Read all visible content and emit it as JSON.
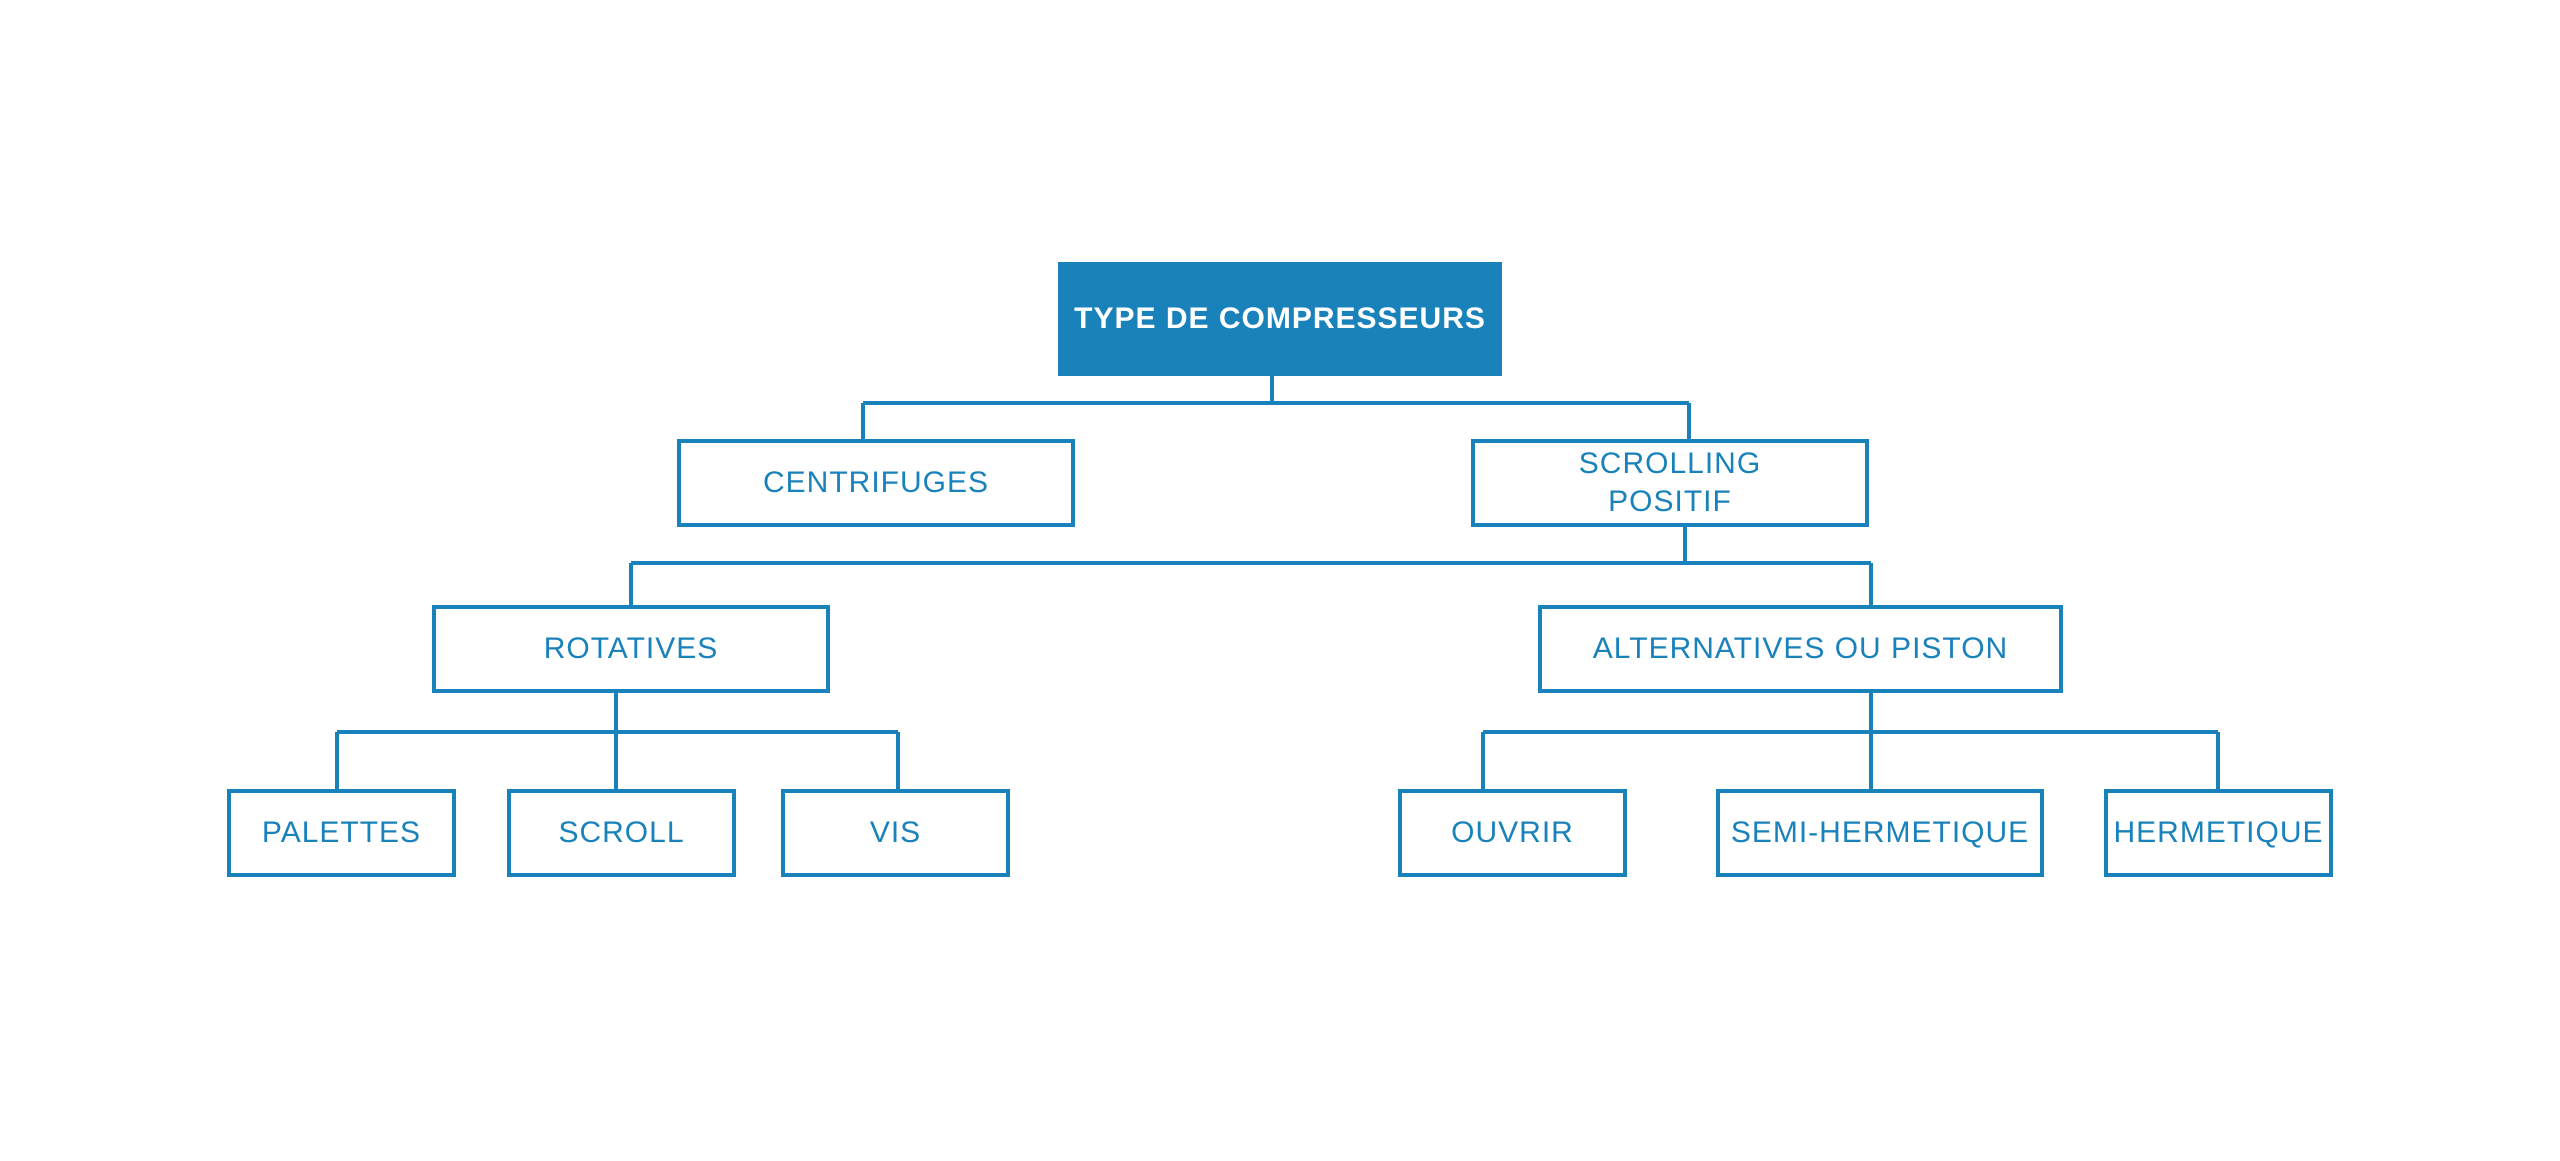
{
  "diagram": {
    "type": "tree",
    "colors": {
      "accent": "#1a82bb",
      "root_text": "#ffffff",
      "background": "#ffffff"
    },
    "nodes": {
      "root": "TYPE DE COMPRESSEURS",
      "centrifuges": "CENTRIFUGES",
      "scrolling_positif": "SCROLLING\nPOSITIF",
      "rotatives": "ROTATIVES",
      "alternatives": "ALTERNATIVES OU PISTON",
      "palettes": "PALETTES",
      "scroll": "SCROLL",
      "vis": "VIS",
      "ouvrir": "OUVRIR",
      "semi_hermetique": "SEMI-HERMETIQUE",
      "hermetique": "HERMETIQUE"
    },
    "edges": [
      [
        "root",
        "centrifuges"
      ],
      [
        "root",
        "scrolling_positif"
      ],
      [
        "scrolling_positif",
        "rotatives"
      ],
      [
        "scrolling_positif",
        "alternatives"
      ],
      [
        "rotatives",
        "palettes"
      ],
      [
        "rotatives",
        "scroll"
      ],
      [
        "rotatives",
        "vis"
      ],
      [
        "alternatives",
        "ouvrir"
      ],
      [
        "alternatives",
        "semi_hermetique"
      ],
      [
        "alternatives",
        "hermetique"
      ]
    ]
  }
}
